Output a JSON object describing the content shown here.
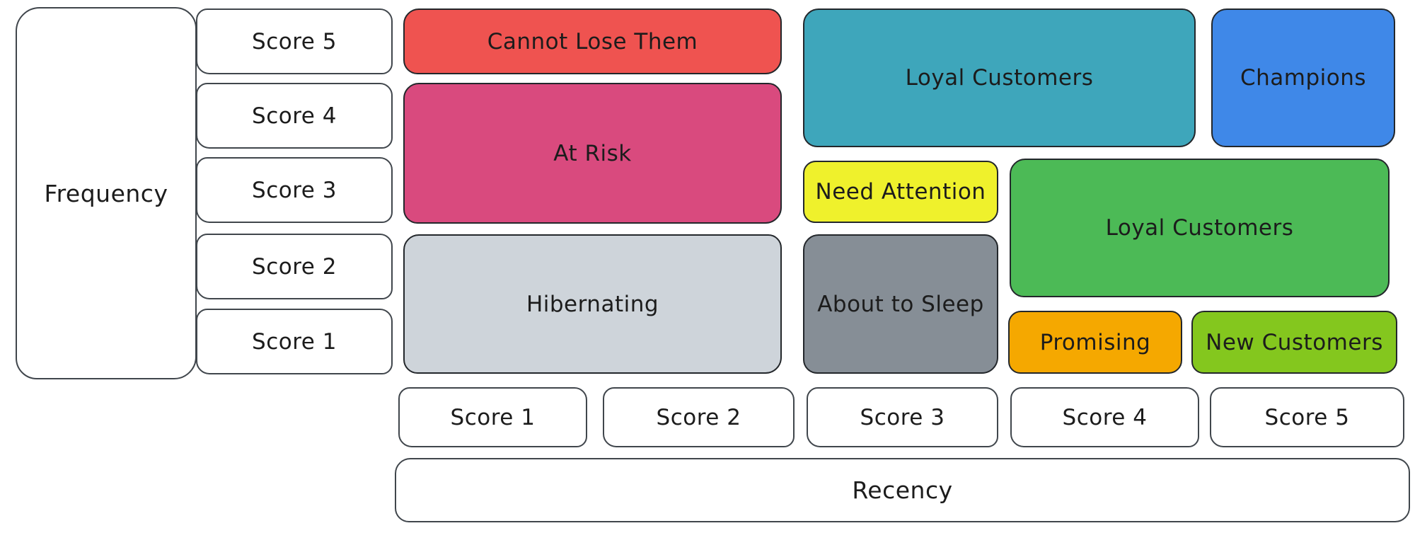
{
  "diagram": {
    "type": "rfm-segmentation-matrix",
    "frequency_axis": {
      "label": "Frequency",
      "scores": [
        "Score 5",
        "Score 4",
        "Score 3",
        "Score 2",
        "Score 1"
      ]
    },
    "recency_axis": {
      "label": "Recency",
      "scores": [
        "Score 1",
        "Score 2",
        "Score 3",
        "Score 4",
        "Score 5"
      ]
    },
    "segments": [
      {
        "label": "Cannot Lose Them",
        "color": "#ef5350",
        "recency": "1-2",
        "frequency": "5"
      },
      {
        "label": "At Risk",
        "color": "#d94a7e",
        "recency": "1-2",
        "frequency": "3-4"
      },
      {
        "label": "Hibernating",
        "color": "#ced4da",
        "recency": "1-2",
        "frequency": "1-2"
      },
      {
        "label": "Loyal Customers",
        "color": "#3ea6bb",
        "recency": "3-4",
        "frequency": "4-5"
      },
      {
        "label": "Champions",
        "color": "#3f88e8",
        "recency": "5",
        "frequency": "4-5"
      },
      {
        "label": "Need Attention",
        "color": "#eff12c",
        "recency": "3",
        "frequency": "3"
      },
      {
        "label": "About to Sleep",
        "color": "#868e96",
        "recency": "3",
        "frequency": "1-2"
      },
      {
        "label": "Loyal Customers",
        "color": "#4cba56",
        "recency": "4-5",
        "frequency": "2-3"
      },
      {
        "label": "Promising",
        "color": "#f5a800",
        "recency": "4",
        "frequency": "1"
      },
      {
        "label": "New Customers",
        "color": "#84c71e",
        "recency": "5",
        "frequency": "1"
      }
    ],
    "ink_color": "#1c1c1c"
  }
}
